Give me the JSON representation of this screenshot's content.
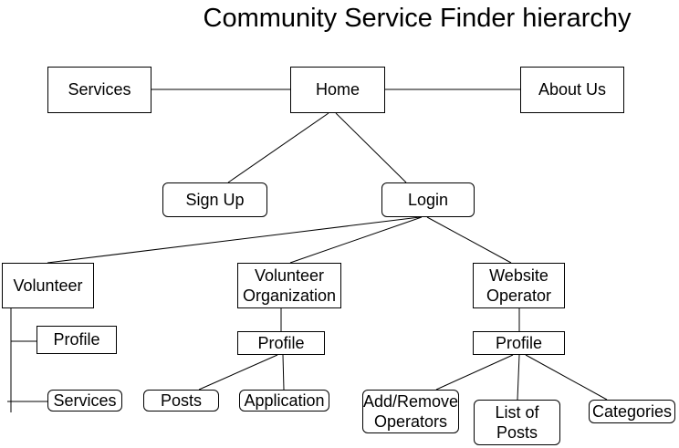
{
  "title": "Community Service Finder hierarchy",
  "nodes": {
    "services_top": "Services",
    "home": "Home",
    "about_us": "About Us",
    "sign_up": "Sign Up",
    "login": "Login",
    "volunteer": "Volunteer",
    "volunteer_organization": "Volunteer\nOrganization",
    "website_operator": "Website\nOperator",
    "volunteer_profile": "Profile",
    "volunteer_services": "Services",
    "org_profile": "Profile",
    "posts": "Posts",
    "application": "Application",
    "operator_profile": "Profile",
    "add_remove_operators": "Add/Remove\nOperators",
    "list_of_posts": "List of\nPosts",
    "categories": "Categories"
  }
}
